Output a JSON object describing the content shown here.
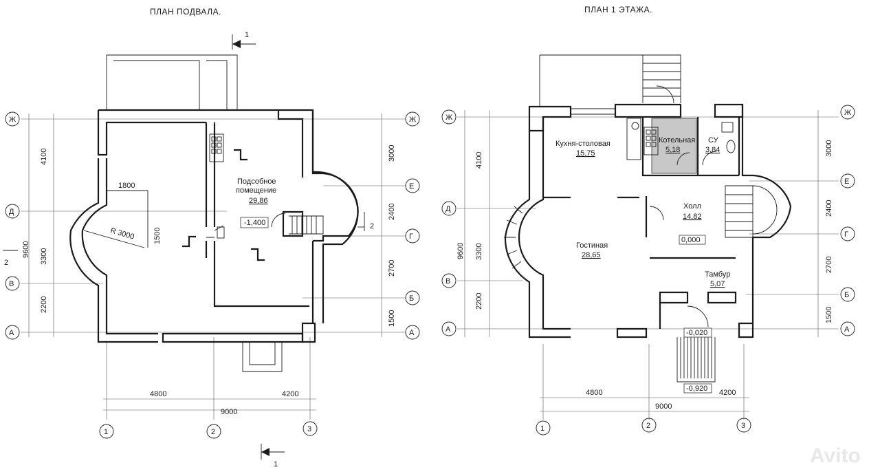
{
  "basement": {
    "title": "ПЛАН  ПОДВАЛА.",
    "room_name_1": "Подсобное",
    "room_name_2": "помещение",
    "room_area": "29,86",
    "level": "-1,400",
    "radius": "R 3000",
    "dim_1800": "1800",
    "dim_1500": "1500",
    "bottom_dims": [
      "4800",
      "9000",
      "4200"
    ],
    "left_dims": [
      "4100",
      "9600",
      "3300",
      "2200"
    ],
    "right_dims": [
      "3000",
      "2400",
      "2700",
      "1500"
    ],
    "section_1": "1",
    "section_2": "2"
  },
  "floor1": {
    "title": "ПЛАН  1  ЭТАЖА.",
    "rooms": [
      {
        "name": "Кухня-столовая",
        "area": "15,75"
      },
      {
        "name": "Котельная",
        "area": "5,18"
      },
      {
        "name": "СУ",
        "area": "3,84"
      },
      {
        "name": "Холл",
        "area": "14,82"
      },
      {
        "name": "Гостиная",
        "area": "28,65"
      },
      {
        "name": "Тамбур",
        "area": "5,07"
      }
    ],
    "levels": [
      "0,000",
      "-0,020",
      "-0,920"
    ],
    "bottom_dims": [
      "4800",
      "9000",
      "4200"
    ],
    "left_dims": [
      "4100",
      "9600",
      "3300",
      "2200"
    ],
    "right_dims": [
      "3000",
      "2400",
      "2700",
      "1500"
    ]
  },
  "axes_letters": [
    "Ж",
    "Е",
    "Д",
    "Г",
    "В",
    "Б",
    "А"
  ],
  "axes_numbers": [
    "1",
    "2",
    "3"
  ],
  "watermark": "Avito"
}
